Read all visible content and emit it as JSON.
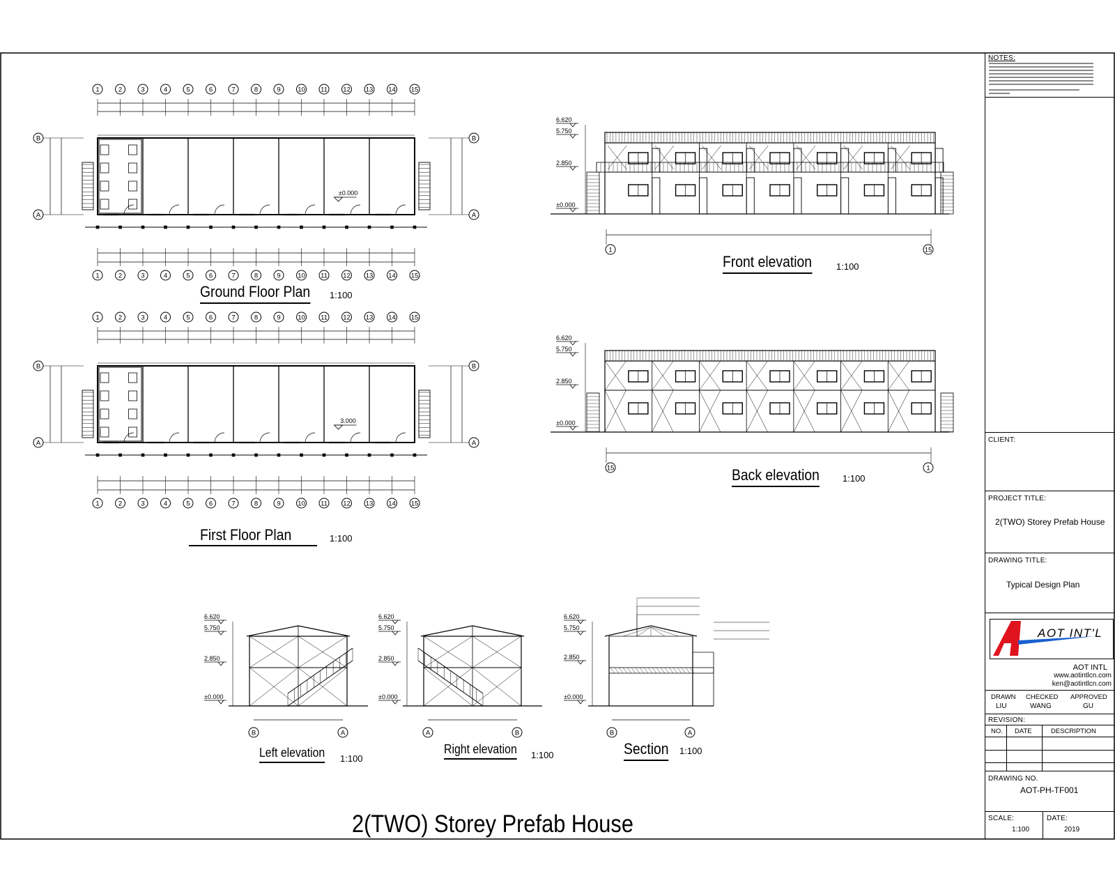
{
  "sheet_title": "2(TWO) Storey Prefab House",
  "views": {
    "ground_floor": {
      "title": "Ground Floor Plan",
      "scale": "1:100"
    },
    "first_floor": {
      "title": "First Floor Plan",
      "scale": "1:100"
    },
    "front_elevation": {
      "title": "Front elevation",
      "scale": "1:100"
    },
    "back_elevation": {
      "title": "Back elevation",
      "scale": "1:100"
    },
    "left_elevation": {
      "title": "Left elevation",
      "scale": "1:100"
    },
    "right_elevation": {
      "title": "Right elevation",
      "scale": "1:100"
    },
    "section": {
      "title": "Section",
      "scale": "1:100"
    }
  },
  "grid_numbers": [
    "1",
    "2",
    "3",
    "4",
    "5",
    "6",
    "7",
    "8",
    "9",
    "10",
    "11",
    "12",
    "13",
    "14",
    "15"
  ],
  "grid_letters": [
    "B",
    "A"
  ],
  "levels": [
    "6.620",
    "5.750",
    "2.850",
    "±0.000"
  ],
  "plan_levels": {
    "ground": "±0.000",
    "first": "3.000"
  },
  "title_block": {
    "notes_label": "NOTES:",
    "client_label": "CLIENT:",
    "project_title_label": "PROJECT TITLE:",
    "project_title": "2(TWO) Storey Prefab House",
    "drawing_title_label": "DRAWING TITLE:",
    "drawing_title": "Typical Design Plan",
    "logo_text": "AOT INT'L",
    "company": "AOT INTL",
    "website": "www.aotintlcn.com",
    "email": "ken@aotintlcn.com",
    "drawn_label": "DRAWN",
    "drawn_by": "LIU",
    "checked_label": "CHECKED",
    "checked_by": "WANG",
    "approved_label": "APPROVED",
    "approved_by": "GU",
    "revision_label": "REVISION:",
    "rev_headers": [
      "NO.",
      "DATE",
      "DESCRIPTION"
    ],
    "drawing_no_label": "DRAWING NO.",
    "drawing_no": "AOT-PH-TF001",
    "scale_label": "SCALE:",
    "scale": "1:100",
    "date_label": "DATE:",
    "date": "2019"
  },
  "colors": {
    "logo_red": "#e0141e",
    "logo_blue": "#1a5fd0",
    "line": "#000000"
  }
}
